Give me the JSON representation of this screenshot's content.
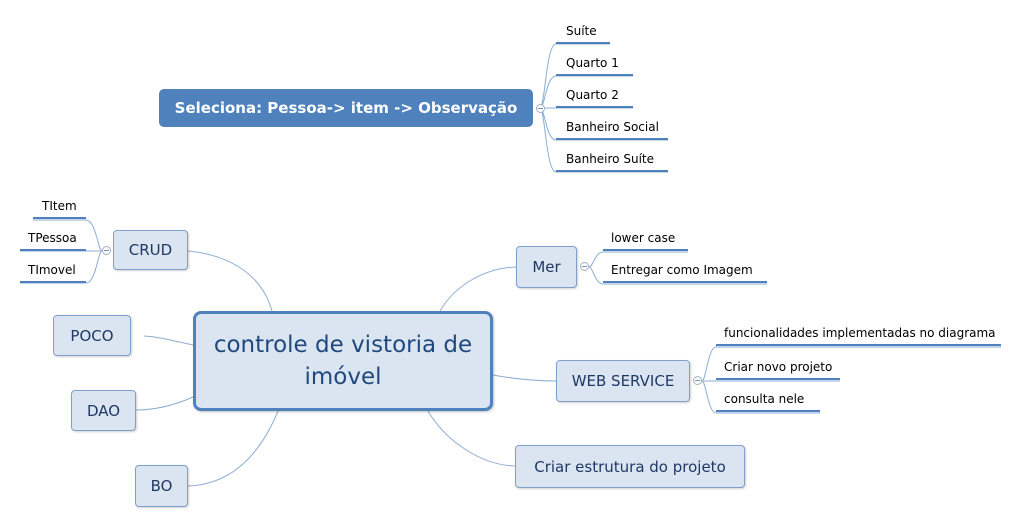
{
  "central": {
    "label": "controle de vistoria de imóvel"
  },
  "floating": {
    "label": "Seleciona: Pessoa-> item -> Observação",
    "children": [
      "Suíte",
      "Quarto 1",
      "Quarto 2",
      "Banheiro Social",
      "Banheiro Suíte"
    ]
  },
  "topics": {
    "crud": {
      "label": "CRUD",
      "children": [
        "TItem",
        "TPessoa",
        "TImovel"
      ]
    },
    "poco": {
      "label": "POCO"
    },
    "dao": {
      "label": "DAO"
    },
    "bo": {
      "label": "BO"
    },
    "mer": {
      "label": "Mer",
      "children": [
        "lower case",
        "Entregar como Imagem"
      ]
    },
    "webservice": {
      "label": "WEB SERVICE",
      "children": [
        "funcionalidades implementadas no diagrama",
        "Criar novo projeto",
        "consulta nele"
      ]
    },
    "estrutura": {
      "label": "Criar estrutura do projeto"
    }
  },
  "colors": {
    "accent": "#4f81bd",
    "topic_fill": "#dbe5f1",
    "line": "#7fa3cc"
  }
}
